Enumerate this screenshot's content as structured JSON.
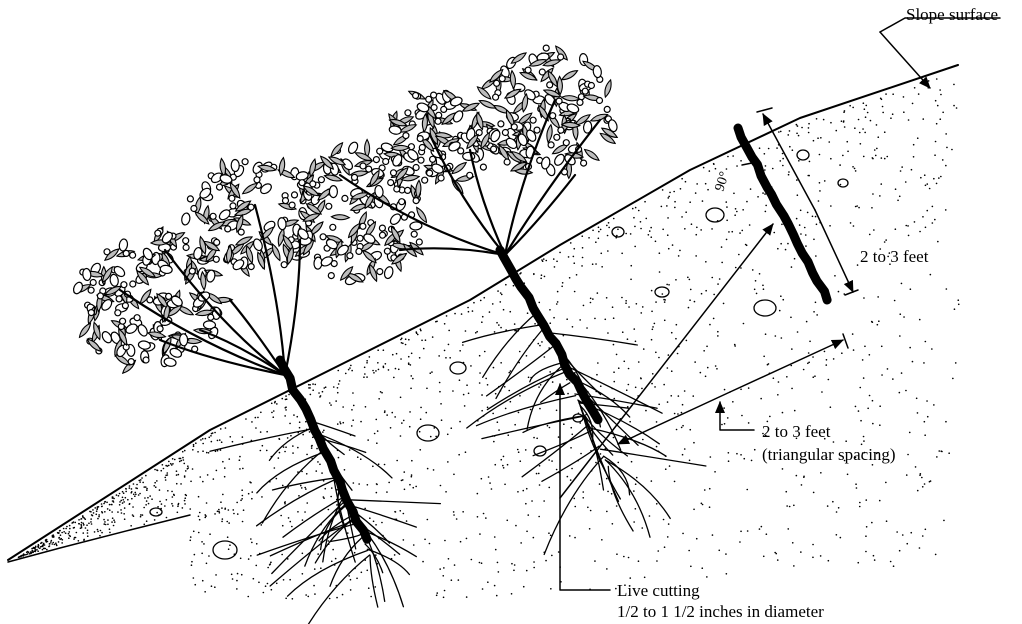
{
  "labels": {
    "slope_surface": "Slope surface",
    "cutting_length": "2 to 3 feet",
    "spacing_line1": "2 to 3 feet",
    "spacing_line2": "(triangular spacing)",
    "live_cutting_line1": "Live cutting",
    "live_cutting_line2": "1/2 to 1 1/2 inches in diameter",
    "angle": "90°"
  },
  "colors": {
    "ink": "#000000",
    "leaf_fill": "#bdbdbd",
    "background": "#ffffff"
  }
}
